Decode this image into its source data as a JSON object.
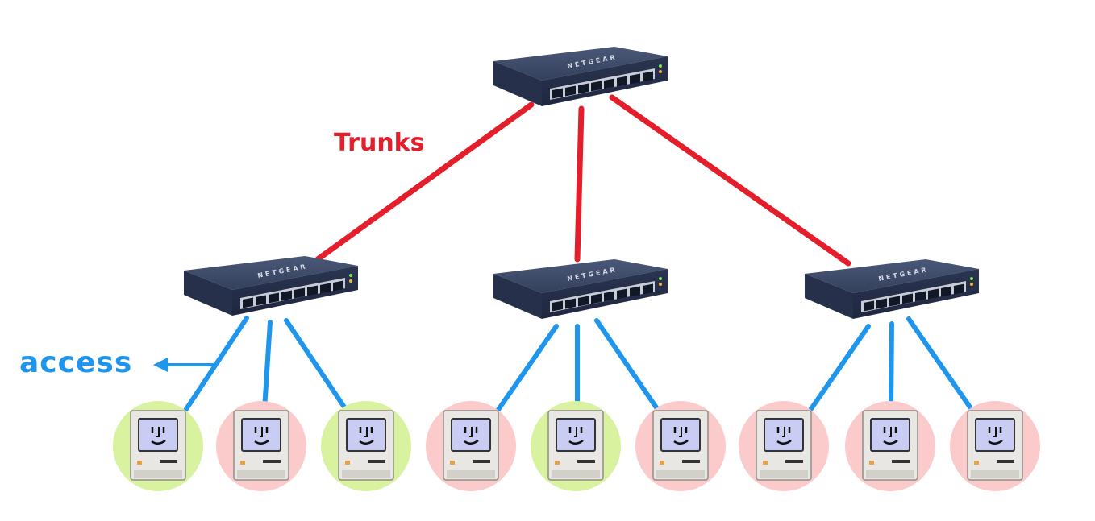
{
  "labels": {
    "trunks": "Trunks",
    "access": "access"
  },
  "switch_brand": "NETGEAR",
  "colors": {
    "trunk": "#e41e2b",
    "access": "#1e96ee",
    "vlan_green": "#d9f2a0",
    "vlan_red": "#fbcaca",
    "switch_body": "#3a4662",
    "screen": "#c9cdf3",
    "mac_body": "#e8e6e2"
  },
  "hosts": [
    {
      "switch": "left",
      "vlan": "green",
      "icon": "happy-mac-icon"
    },
    {
      "switch": "left",
      "vlan": "red",
      "icon": "happy-mac-icon"
    },
    {
      "switch": "left",
      "vlan": "green",
      "icon": "happy-mac-icon"
    },
    {
      "switch": "middle",
      "vlan": "red",
      "icon": "happy-mac-icon"
    },
    {
      "switch": "middle",
      "vlan": "green",
      "icon": "happy-mac-icon"
    },
    {
      "switch": "middle",
      "vlan": "red",
      "icon": "happy-mac-icon"
    },
    {
      "switch": "right",
      "vlan": "red",
      "icon": "happy-mac-icon"
    },
    {
      "switch": "right",
      "vlan": "red",
      "icon": "happy-mac-icon"
    },
    {
      "switch": "right",
      "vlan": "red",
      "icon": "happy-mac-icon"
    }
  ]
}
